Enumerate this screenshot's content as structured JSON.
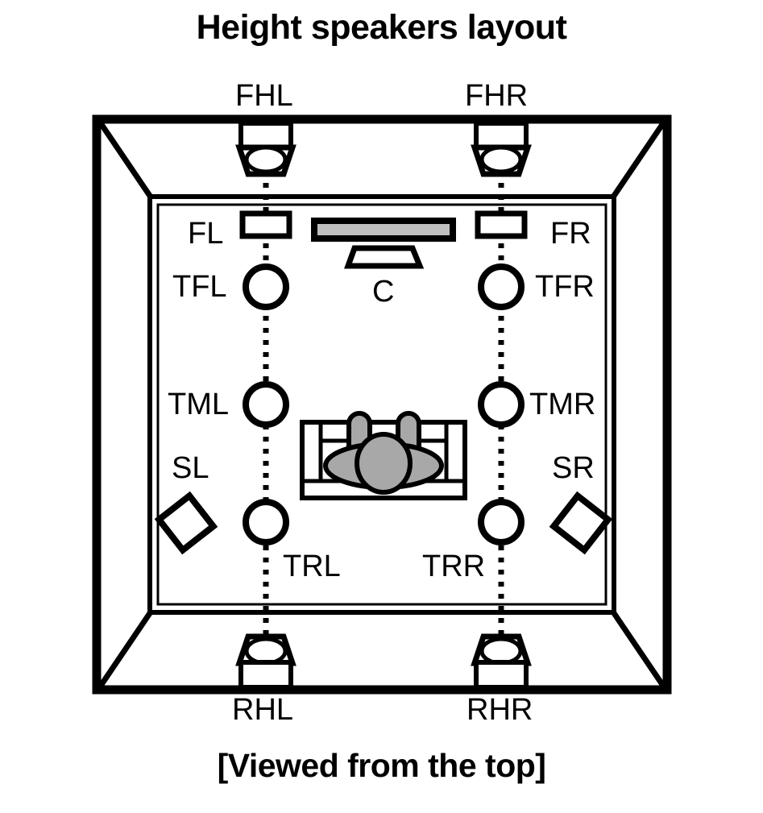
{
  "title": "Height speakers layout",
  "caption": "[Viewed from the top]",
  "view": "Viewed from the top",
  "colors": {
    "stroke": "#000000",
    "background": "#ffffff",
    "tv_fill": "#bfbfbf",
    "person_fill": "#a8a8a8",
    "sofa_fill": "#ffffff"
  },
  "labels": {
    "fhl": "FHL",
    "fhr": "FHR",
    "fl": "FL",
    "fr": "FR",
    "c": "C",
    "tfl": "TFL",
    "tfr": "TFR",
    "tml": "TML",
    "tmr": "TMR",
    "trl": "TRL",
    "trr": "TRR",
    "sl": "SL",
    "sr": "SR",
    "rhl": "RHL",
    "rhr": "RHR"
  },
  "speakers": [
    {
      "id": "FHL",
      "label": "FHL",
      "type": "front-height",
      "shape": "ceiling-trapezoid",
      "position": "front-left-ceiling"
    },
    {
      "id": "FHR",
      "label": "FHR",
      "type": "front-height",
      "shape": "ceiling-trapezoid",
      "position": "front-right-ceiling"
    },
    {
      "id": "FL",
      "label": "FL",
      "type": "front",
      "shape": "rectangle",
      "position": "front-left"
    },
    {
      "id": "FR",
      "label": "FR",
      "type": "front",
      "shape": "rectangle",
      "position": "front-right"
    },
    {
      "id": "C",
      "label": "C",
      "type": "center",
      "shape": "trapezoid",
      "position": "front-center"
    },
    {
      "id": "TFL",
      "label": "TFL",
      "type": "top-front",
      "shape": "circle",
      "position": "top-front-left"
    },
    {
      "id": "TFR",
      "label": "TFR",
      "type": "top-front",
      "shape": "circle",
      "position": "top-front-right"
    },
    {
      "id": "TML",
      "label": "TML",
      "type": "top-middle",
      "shape": "circle",
      "position": "top-middle-left"
    },
    {
      "id": "TMR",
      "label": "TMR",
      "type": "top-middle",
      "shape": "circle",
      "position": "top-middle-right"
    },
    {
      "id": "TRL",
      "label": "TRL",
      "type": "top-rear",
      "shape": "circle",
      "position": "top-rear-left"
    },
    {
      "id": "TRR",
      "label": "TRR",
      "type": "top-rear",
      "shape": "circle",
      "position": "top-rear-right"
    },
    {
      "id": "SL",
      "label": "SL",
      "type": "surround",
      "shape": "diamond",
      "position": "side-left"
    },
    {
      "id": "SR",
      "label": "SR",
      "type": "surround",
      "shape": "diamond",
      "position": "side-right"
    },
    {
      "id": "RHL",
      "label": "RHL",
      "type": "rear-height",
      "shape": "ceiling-trapezoid",
      "position": "rear-left-ceiling"
    },
    {
      "id": "RHR",
      "label": "RHR",
      "type": "rear-height",
      "shape": "ceiling-trapezoid",
      "position": "rear-right-ceiling"
    }
  ],
  "objects": [
    {
      "id": "tv",
      "name": "television",
      "shape": "bar"
    },
    {
      "id": "sofa",
      "name": "sofa",
      "shape": "rectangle"
    },
    {
      "id": "listener",
      "name": "seated-listener",
      "shape": "figure"
    }
  ]
}
